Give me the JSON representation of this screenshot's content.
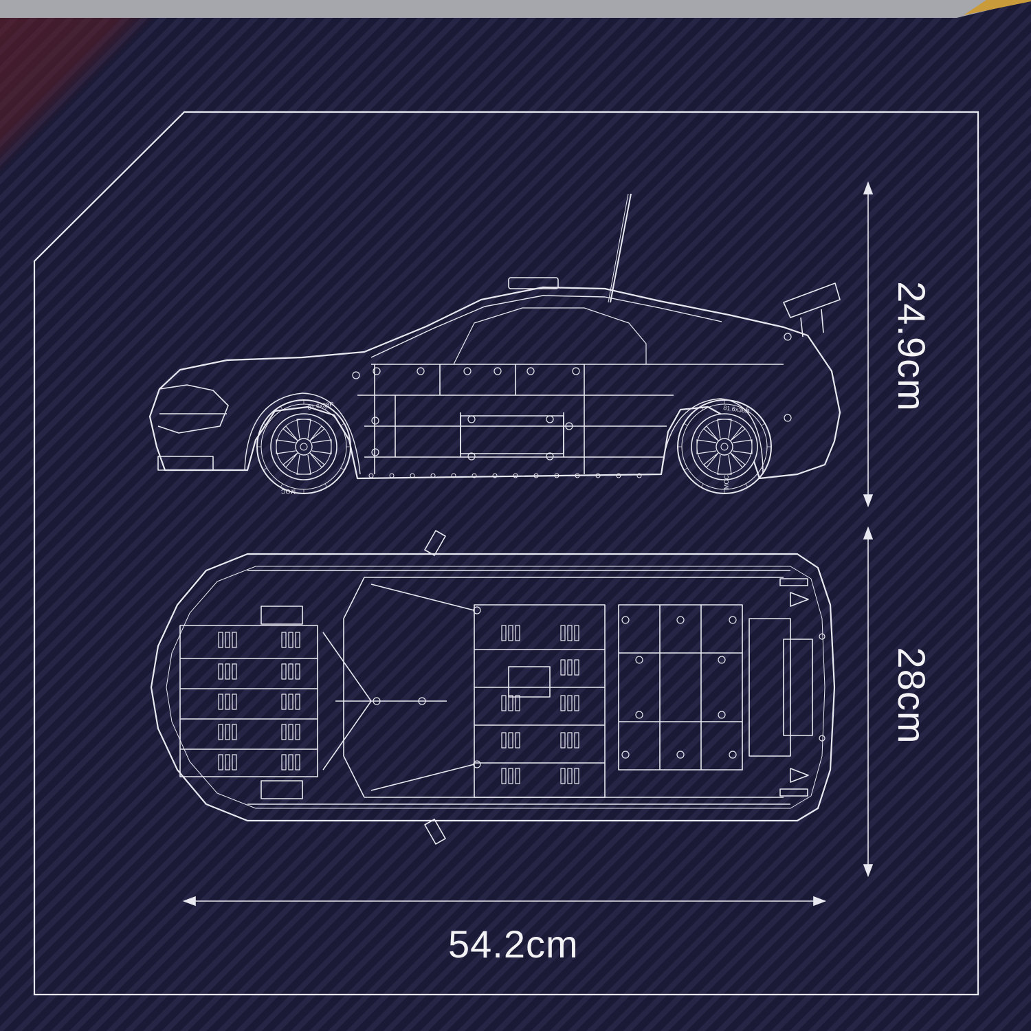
{
  "dimensions": {
    "length": "54.2cm",
    "height": "24.9cm",
    "width": "28cm"
  },
  "wheel_markings": {
    "tire_size": "81.6x38R",
    "tire_code": "MOC"
  },
  "colors": {
    "background": "#181833",
    "stripe": "#262545",
    "line_art": "#e9e9f1",
    "top_band": "#a6a6ad",
    "gold_accent": "#c99b3b",
    "corner_red": "#69202a"
  }
}
